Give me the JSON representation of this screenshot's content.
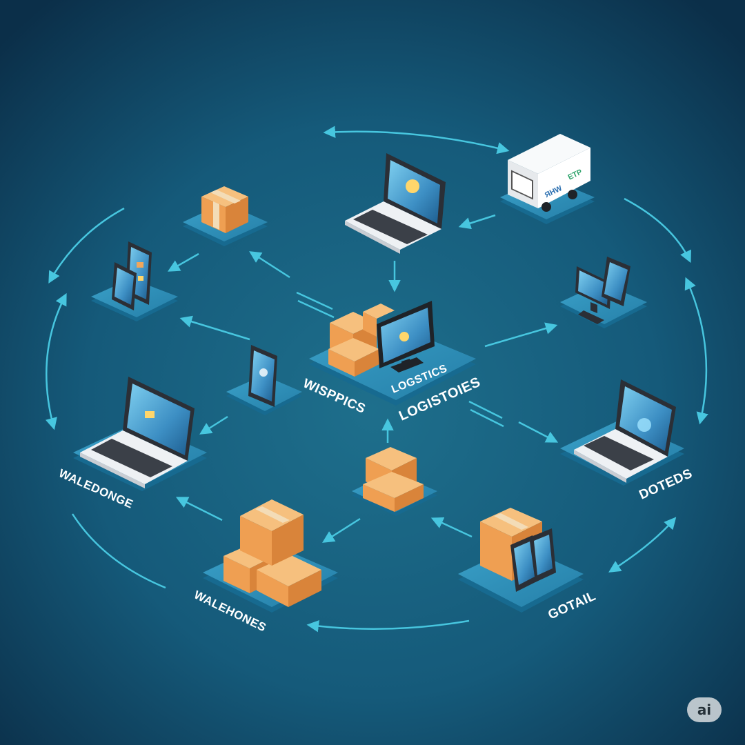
{
  "colors": {
    "background_center": "#1e6f8c",
    "background_edge": "#0b2f49",
    "platform_top": "#2d8fb8",
    "platform_side": "#176a90",
    "arrow": "#47c6df",
    "box": "#f0a65c",
    "screen": "#4aa6d4",
    "device_body": "#f2f4f6"
  },
  "labels": {
    "hub_left": "WISPPICS",
    "hub_platform": "LOGSTICS",
    "hub_right": "LOGISTOIES",
    "left_laptop": "WALEDONGE",
    "warehouse": "WALEHONES",
    "retail": "GOTAIL",
    "right_laptop": "DOTEDS",
    "truck_brand": "ЯHW",
    "truck_side": "ETP"
  },
  "badge": "ai"
}
